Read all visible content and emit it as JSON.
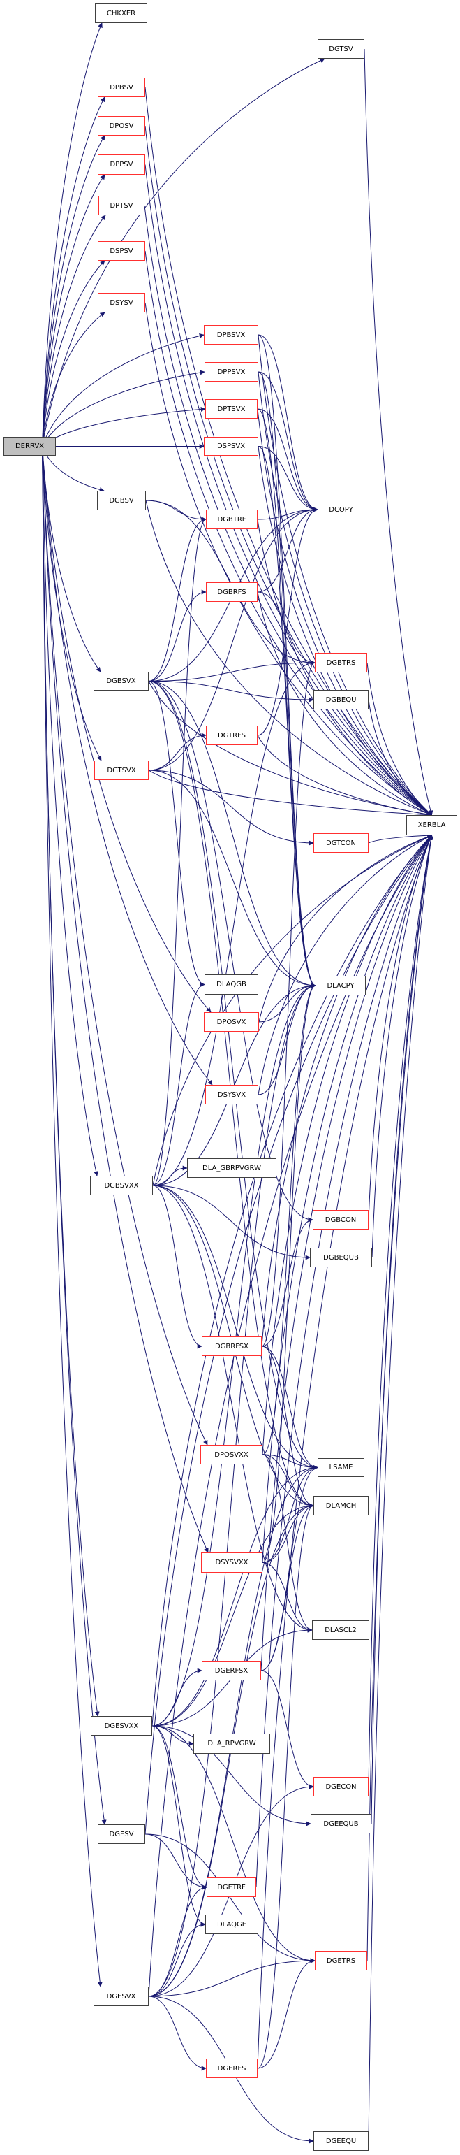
{
  "graph": {
    "root": "DERRVX",
    "colors": {
      "edge": "#191970",
      "documented_border": "#404040",
      "undocumented_border": "#ff3030",
      "root_fill": "#bfbfbf"
    },
    "nodes": [
      {
        "id": "DERRVX",
        "label": "DERRVX",
        "style": "root"
      },
      {
        "id": "CHKXER",
        "label": "CHKXER",
        "style": "black"
      },
      {
        "id": "DGTSV",
        "label": "DGTSV",
        "style": "black"
      },
      {
        "id": "DPBSV",
        "label": "DPBSV",
        "style": "red"
      },
      {
        "id": "DPOSV",
        "label": "DPOSV",
        "style": "red"
      },
      {
        "id": "DPPSV",
        "label": "DPPSV",
        "style": "red"
      },
      {
        "id": "DPTSV",
        "label": "DPTSV",
        "style": "red"
      },
      {
        "id": "DSPSV",
        "label": "DSPSV",
        "style": "red"
      },
      {
        "id": "DSYSV",
        "label": "DSYSV",
        "style": "red"
      },
      {
        "id": "DPBSVX",
        "label": "DPBSVX",
        "style": "red"
      },
      {
        "id": "DPPSVX",
        "label": "DPPSVX",
        "style": "red"
      },
      {
        "id": "DPTSVX",
        "label": "DPTSVX",
        "style": "red"
      },
      {
        "id": "DSPSVX",
        "label": "DSPSVX",
        "style": "red"
      },
      {
        "id": "DGBSV",
        "label": "DGBSV",
        "style": "black"
      },
      {
        "id": "DGBTRF",
        "label": "DGBTRF",
        "style": "red"
      },
      {
        "id": "DCOPY",
        "label": "DCOPY",
        "style": "black"
      },
      {
        "id": "DGBRFS",
        "label": "DGBRFS",
        "style": "red"
      },
      {
        "id": "DGBTRS",
        "label": "DGBTRS",
        "style": "red"
      },
      {
        "id": "DGBSVX",
        "label": "DGBSVX",
        "style": "black"
      },
      {
        "id": "DGBEQU",
        "label": "DGBEQU",
        "style": "black"
      },
      {
        "id": "DGTRFS",
        "label": "DGTRFS",
        "style": "red"
      },
      {
        "id": "DGTSVX",
        "label": "DGTSVX",
        "style": "red"
      },
      {
        "id": "XERBLA",
        "label": "XERBLA",
        "style": "black"
      },
      {
        "id": "DGTCON",
        "label": "DGTCON",
        "style": "red"
      },
      {
        "id": "DLAQGB",
        "label": "DLAQGB",
        "style": "black"
      },
      {
        "id": "DLACPY",
        "label": "DLACPY",
        "style": "black"
      },
      {
        "id": "DPOSVX",
        "label": "DPOSVX",
        "style": "red"
      },
      {
        "id": "DSYSVX",
        "label": "DSYSVX",
        "style": "red"
      },
      {
        "id": "DLA_GBRPVGRW",
        "label": "DLA_GBRPVGRW",
        "style": "black"
      },
      {
        "id": "DGBSVXX",
        "label": "DGBSVXX",
        "style": "black"
      },
      {
        "id": "DGBCON",
        "label": "DGBCON",
        "style": "red"
      },
      {
        "id": "DGBEQUB",
        "label": "DGBEQUB",
        "style": "black"
      },
      {
        "id": "DGBRFSX",
        "label": "DGBRFSX",
        "style": "red"
      },
      {
        "id": "DPOSVXX",
        "label": "DPOSVXX",
        "style": "red"
      },
      {
        "id": "LSAME",
        "label": "LSAME",
        "style": "black"
      },
      {
        "id": "DLAMCH",
        "label": "DLAMCH",
        "style": "black"
      },
      {
        "id": "DSYSVXX",
        "label": "DSYSVXX",
        "style": "red"
      },
      {
        "id": "DLASCL2",
        "label": "DLASCL2",
        "style": "black"
      },
      {
        "id": "DGERFSX",
        "label": "DGERFSX",
        "style": "red"
      },
      {
        "id": "DGESVXX",
        "label": "DGESVXX",
        "style": "black"
      },
      {
        "id": "DLA_RPVGRW",
        "label": "DLA_RPVGRW",
        "style": "black"
      },
      {
        "id": "DGECON",
        "label": "DGECON",
        "style": "red"
      },
      {
        "id": "DGEEQUB",
        "label": "DGEEQUB",
        "style": "black"
      },
      {
        "id": "DGESV",
        "label": "DGESV",
        "style": "black"
      },
      {
        "id": "DGETRF",
        "label": "DGETRF",
        "style": "red"
      },
      {
        "id": "DLAQGE",
        "label": "DLAQGE",
        "style": "black"
      },
      {
        "id": "DGETRS",
        "label": "DGETRS",
        "style": "red"
      },
      {
        "id": "DGESVX",
        "label": "DGESVX",
        "style": "black"
      },
      {
        "id": "DGERFS",
        "label": "DGERFS",
        "style": "red"
      },
      {
        "id": "DGEEQU",
        "label": "DGEEQU",
        "style": "black"
      }
    ],
    "edges": [
      [
        "DERRVX",
        "CHKXER"
      ],
      [
        "DERRVX",
        "DGTSV"
      ],
      [
        "DERRVX",
        "DPBSV"
      ],
      [
        "DERRVX",
        "DPOSV"
      ],
      [
        "DERRVX",
        "DPPSV"
      ],
      [
        "DERRVX",
        "DPTSV"
      ],
      [
        "DERRVX",
        "DSPSV"
      ],
      [
        "DERRVX",
        "DSYSV"
      ],
      [
        "DERRVX",
        "DPBSVX"
      ],
      [
        "DERRVX",
        "DPPSVX"
      ],
      [
        "DERRVX",
        "DPTSVX"
      ],
      [
        "DERRVX",
        "DSPSVX"
      ],
      [
        "DERRVX",
        "DGBSV"
      ],
      [
        "DERRVX",
        "DGBSVX"
      ],
      [
        "DERRVX",
        "DGTSVX"
      ],
      [
        "DERRVX",
        "DPOSVX"
      ],
      [
        "DERRVX",
        "DSYSVX"
      ],
      [
        "DERRVX",
        "DGBSVXX"
      ],
      [
        "DERRVX",
        "DPOSVXX"
      ],
      [
        "DERRVX",
        "DSYSVXX"
      ],
      [
        "DERRVX",
        "DGESVXX"
      ],
      [
        "DERRVX",
        "DGESV"
      ],
      [
        "DERRVX",
        "DGESVX"
      ],
      [
        "DGTSV",
        "XERBLA"
      ],
      [
        "DPBSV",
        "XERBLA"
      ],
      [
        "DPOSV",
        "XERBLA"
      ],
      [
        "DPPSV",
        "XERBLA"
      ],
      [
        "DPTSV",
        "XERBLA"
      ],
      [
        "DSPSV",
        "XERBLA"
      ],
      [
        "DSYSV",
        "XERBLA"
      ],
      [
        "DPBSVX",
        "DCOPY"
      ],
      [
        "DPBSVX",
        "DLACPY"
      ],
      [
        "DPBSVX",
        "XERBLA"
      ],
      [
        "DPPSVX",
        "DCOPY"
      ],
      [
        "DPPSVX",
        "DLACPY"
      ],
      [
        "DPPSVX",
        "XERBLA"
      ],
      [
        "DPTSVX",
        "DCOPY"
      ],
      [
        "DPTSVX",
        "DLACPY"
      ],
      [
        "DPTSVX",
        "XERBLA"
      ],
      [
        "DSPSVX",
        "DCOPY"
      ],
      [
        "DSPSVX",
        "DLACPY"
      ],
      [
        "DSPSVX",
        "XERBLA"
      ],
      [
        "DGBSV",
        "DGBTRF"
      ],
      [
        "DGBSV",
        "DGBTRS"
      ],
      [
        "DGBSV",
        "XERBLA"
      ],
      [
        "DGBTRF",
        "DCOPY"
      ],
      [
        "DGBTRF",
        "XERBLA"
      ],
      [
        "DGBRFS",
        "DCOPY"
      ],
      [
        "DGBRFS",
        "DGBTRS"
      ],
      [
        "DGBRFS",
        "XERBLA"
      ],
      [
        "DGBSVX",
        "DGBTRF"
      ],
      [
        "DGBSVX",
        "DGBRFS"
      ],
      [
        "DGBSVX",
        "DGBTRS"
      ],
      [
        "DGBSVX",
        "DGBEQU"
      ],
      [
        "DGBSVX",
        "DCOPY"
      ],
      [
        "DGBSVX",
        "XERBLA"
      ],
      [
        "DGBSVX",
        "DLACPY"
      ],
      [
        "DGBSVX",
        "DLAQGB"
      ],
      [
        "DGBSVX",
        "DGBCON"
      ],
      [
        "DGBSVX",
        "LSAME"
      ],
      [
        "DGBSVX",
        "DLAMCH"
      ],
      [
        "DGBTRS",
        "XERBLA"
      ],
      [
        "DGBEQU",
        "XERBLA"
      ],
      [
        "DGTSVX",
        "DGTRFS"
      ],
      [
        "DGTSVX",
        "XERBLA"
      ],
      [
        "DGTSVX",
        "DGTCON"
      ],
      [
        "DGTSVX",
        "DLACPY"
      ],
      [
        "DGTSVX",
        "DCOPY"
      ],
      [
        "DGTRFS",
        "DCOPY"
      ],
      [
        "DGTRFS",
        "XERBLA"
      ],
      [
        "DGTCON",
        "XERBLA"
      ],
      [
        "DPOSVX",
        "DLACPY"
      ],
      [
        "DPOSVX",
        "XERBLA"
      ],
      [
        "DSYSVX",
        "DLACPY"
      ],
      [
        "DSYSVX",
        "XERBLA"
      ],
      [
        "DGBSVXX",
        "DLA_GBRPVGRW"
      ],
      [
        "DGBSVXX",
        "XERBLA"
      ],
      [
        "DGBSVXX",
        "DGBEQUB"
      ],
      [
        "DGBSVXX",
        "DGBRFSX"
      ],
      [
        "DGBSVXX",
        "LSAME"
      ],
      [
        "DGBSVXX",
        "DLAMCH"
      ],
      [
        "DGBSVXX",
        "DGBTRF"
      ],
      [
        "DGBSVXX",
        "DLAQGB"
      ],
      [
        "DGBSVXX",
        "DLACPY"
      ],
      [
        "DGBSVXX",
        "DLASCL2"
      ],
      [
        "DGBSVXX",
        "DGBTRS"
      ],
      [
        "DGBCON",
        "XERBLA"
      ],
      [
        "DGBEQUB",
        "XERBLA"
      ],
      [
        "DGBRFSX",
        "DGBCON"
      ],
      [
        "DGBRFSX",
        "XERBLA"
      ],
      [
        "DGBRFSX",
        "LSAME"
      ],
      [
        "DGBRFSX",
        "DLAMCH"
      ],
      [
        "DGBRFSX",
        "DGBTRS"
      ],
      [
        "DPOSVXX",
        "XERBLA"
      ],
      [
        "DPOSVXX",
        "LSAME"
      ],
      [
        "DPOSVXX",
        "DLAMCH"
      ],
      [
        "DPOSVXX",
        "DLASCL2"
      ],
      [
        "DPOSVXX",
        "DLACPY"
      ],
      [
        "DSYSVXX",
        "XERBLA"
      ],
      [
        "DSYSVXX",
        "LSAME"
      ],
      [
        "DSYSVXX",
        "DLAMCH"
      ],
      [
        "DSYSVXX",
        "DLASCL2"
      ],
      [
        "DSYSVXX",
        "DLACPY"
      ],
      [
        "DGERFSX",
        "XERBLA"
      ],
      [
        "DGERFSX",
        "LSAME"
      ],
      [
        "DGERFSX",
        "DLAMCH"
      ],
      [
        "DGERFSX",
        "DGECON"
      ],
      [
        "DGESVXX",
        "DGERFSX"
      ],
      [
        "DGESVXX",
        "DLA_RPVGRW"
      ],
      [
        "DGESVXX",
        "DLASCL2"
      ],
      [
        "DGESVXX",
        "XERBLA"
      ],
      [
        "DGESVXX",
        "DGEEQUB"
      ],
      [
        "DGESVXX",
        "DGETRF"
      ],
      [
        "DGESVXX",
        "DGETRS"
      ],
      [
        "DGESVXX",
        "DLAQGE"
      ],
      [
        "DGESVXX",
        "LSAME"
      ],
      [
        "DGESVXX",
        "DLAMCH"
      ],
      [
        "DGESVXX",
        "DLACPY"
      ],
      [
        "DGECON",
        "XERBLA"
      ],
      [
        "DGEEQUB",
        "XERBLA"
      ],
      [
        "DGESV",
        "DGETRF"
      ],
      [
        "DGESV",
        "DGETRS"
      ],
      [
        "DGESV",
        "XERBLA"
      ],
      [
        "DGETRF",
        "XERBLA"
      ],
      [
        "DGETRS",
        "XERBLA"
      ],
      [
        "DGESVX",
        "DGETRF"
      ],
      [
        "DGESVX",
        "DLAQGE"
      ],
      [
        "DGESVX",
        "DGECON"
      ],
      [
        "DGESVX",
        "DGETRS"
      ],
      [
        "DGESVX",
        "DGERFS"
      ],
      [
        "DGESVX",
        "XERBLA"
      ],
      [
        "DGESVX",
        "DGEEQU"
      ],
      [
        "DGESVX",
        "DLACPY"
      ],
      [
        "DGESVX",
        "LSAME"
      ],
      [
        "DGESVX",
        "DLAMCH"
      ],
      [
        "DGERFS",
        "DGETRS"
      ],
      [
        "DGERFS",
        "XERBLA"
      ],
      [
        "DGERFS",
        "DLAMCH"
      ],
      [
        "DGEEQU",
        "XERBLA"
      ]
    ]
  }
}
